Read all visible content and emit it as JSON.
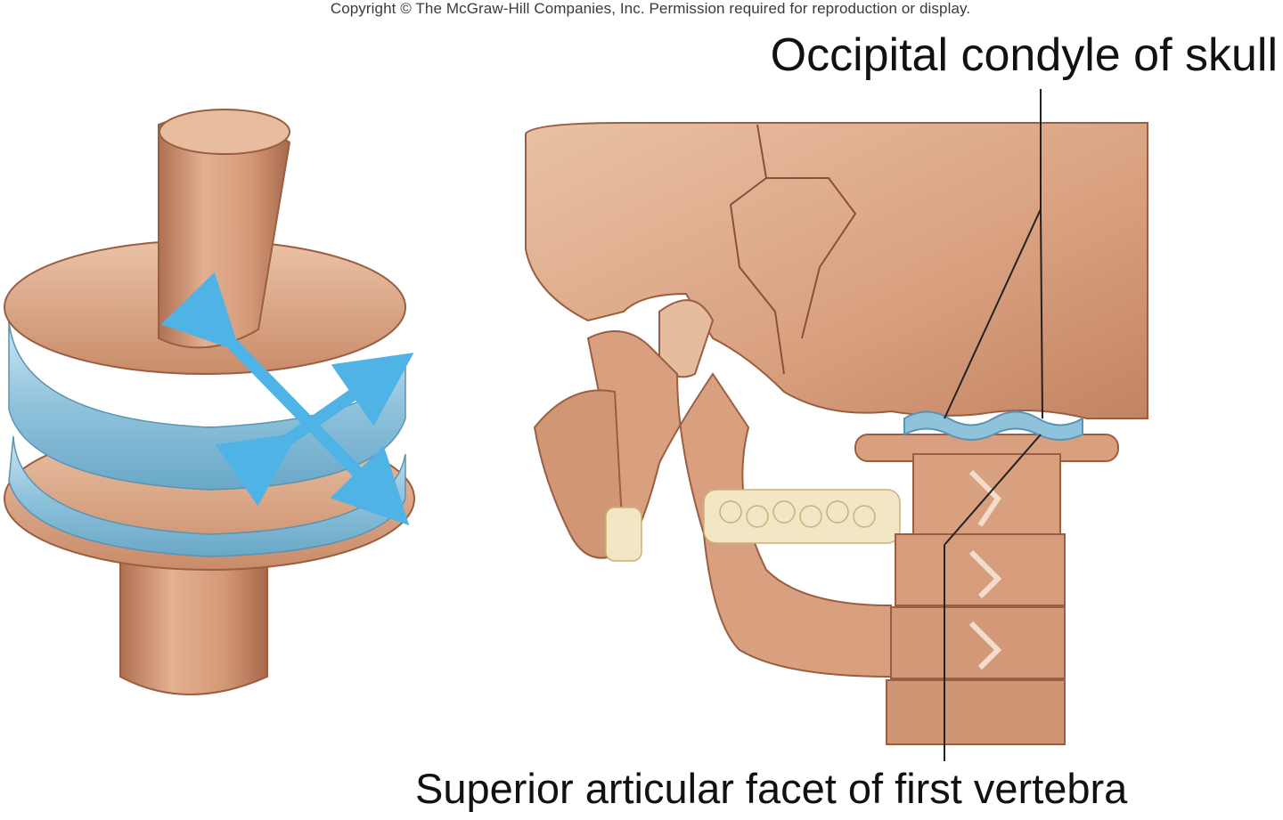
{
  "copyright": "Copyright © The McGraw-Hill Companies, Inc. Permission required for reproduction or display.",
  "labels": {
    "occipital_condyle": "Occipital condyle of skull",
    "superior_articular_facet": "Superior articular facet of first vertebra"
  },
  "colors": {
    "bone": "#d9a07f",
    "bone_shadow": "#b87a5a",
    "bone_light": "#ebc2a6",
    "cartilage": "#8fc3dc",
    "arrow": "#4fb3e6",
    "teeth": "#f2e6c4",
    "line": "#222222"
  }
}
